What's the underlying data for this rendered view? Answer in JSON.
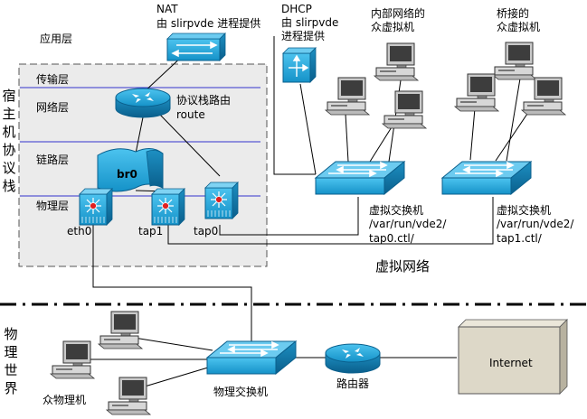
{
  "host": {
    "title_chars": [
      "宿",
      "主",
      "机",
      "协",
      "议",
      "栈"
    ],
    "layers": {
      "application": "应用层",
      "transport": "传输层",
      "network": "网络层",
      "link": "链路层",
      "physical": "物理层"
    },
    "stack_router_label_line1": "协议栈路由",
    "stack_router_label_line2": "route",
    "bridge": "br0",
    "ports": {
      "eth0": "eth0",
      "tap1": "tap1",
      "tap0": "tap0"
    }
  },
  "nat": {
    "line1": "NAT",
    "line2": "由 slirpvde 进程提供"
  },
  "dhcp": {
    "line1": "DHCP",
    "line2": "由 slirpvde",
    "line3": "进程提供"
  },
  "internal_vms": {
    "line1": "内部网络的",
    "line2": "众虚拟机"
  },
  "bridged_vms": {
    "line1": "桥接的",
    "line2": "众虚拟机"
  },
  "vswitch0": {
    "line1": "虚拟交换机",
    "line2": "/var/run/vde2/",
    "line3": "tap0.ctl/"
  },
  "vswitch1": {
    "line1": "虚拟交换机",
    "line2": "/var/run/vde2/",
    "line3": "tap1.ctl/"
  },
  "virtual_network": "虚拟网络",
  "physical_world": {
    "chars": [
      "物",
      "理",
      "世",
      "界"
    ]
  },
  "physical_hosts": "众物理机",
  "physical_switch": "物理交换机",
  "router": "路由器",
  "internet": "Internet",
  "colors": {
    "device_blue": "#1aa0d8",
    "device_dark": "#0a6f9e",
    "layer_line": "#3333cc",
    "host_box_fill": "#ebebeb",
    "internet_box": "#ddd8c8"
  }
}
